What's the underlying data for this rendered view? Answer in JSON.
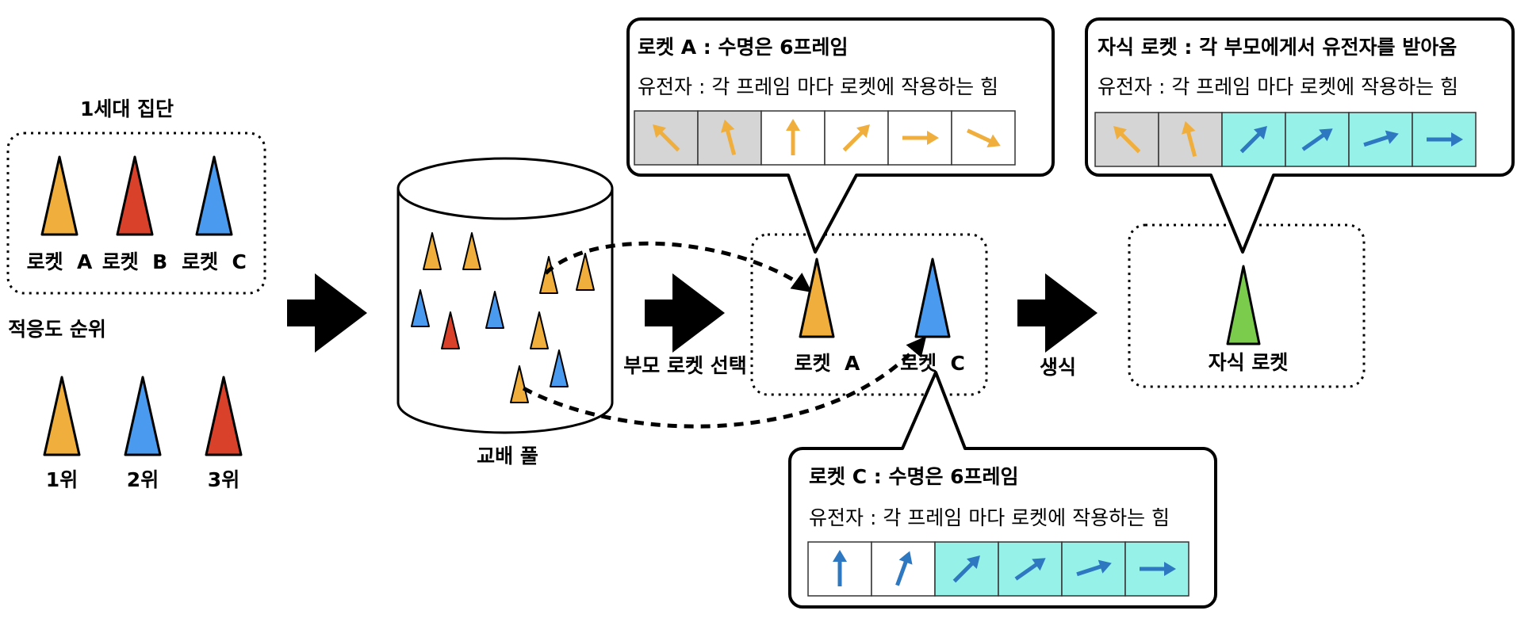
{
  "colors": {
    "orange": "#F0AE3C",
    "red": "#D9412B",
    "blue": "#4A9BF0",
    "green": "#7BCB4C",
    "gray_cell": "#D5D5D5",
    "cyan_cell": "#96F1E8",
    "orange_arrow": "#F0AE3C",
    "blue_arrow": "#2E78C2"
  },
  "generation": {
    "title": "1세대 집단",
    "rockets": [
      {
        "label": "로켓  A",
        "color": "orange"
      },
      {
        "label": "로켓  B",
        "color": "red"
      },
      {
        "label": "로켓  C",
        "color": "blue"
      }
    ]
  },
  "fitness": {
    "title": "적응도 순위",
    "ranks": [
      {
        "label": "1위",
        "color": "orange"
      },
      {
        "label": "2위",
        "color": "blue"
      },
      {
        "label": "3위",
        "color": "red"
      }
    ]
  },
  "pool": {
    "label": "교배 풀",
    "rocket_colors": [
      "orange",
      "orange",
      "orange",
      "orange",
      "blue",
      "red",
      "blue",
      "orange",
      "blue",
      "orange"
    ]
  },
  "selection": {
    "label": "부모 로켓 선택",
    "parent_a": "로켓  A",
    "parent_c": "로켓  C"
  },
  "reproduction": {
    "label": "생식",
    "child": "자식 로켓"
  },
  "callout_a": {
    "title": "로켓 A : 수명은 6프레임",
    "subtitle": "유전자 : 각 프레임 마다 로켓에 작용하는 힘",
    "genes": [
      {
        "angle": -45,
        "bg": "gray",
        "arrow": "orange"
      },
      {
        "angle": -15,
        "bg": "gray",
        "arrow": "orange"
      },
      {
        "angle": 0,
        "bg": "white",
        "arrow": "orange"
      },
      {
        "angle": 45,
        "bg": "white",
        "arrow": "orange"
      },
      {
        "angle": 90,
        "bg": "white",
        "arrow": "orange"
      },
      {
        "angle": 115,
        "bg": "white",
        "arrow": "orange"
      }
    ]
  },
  "callout_c": {
    "title": "로켓 C : 수명은 6프레임",
    "subtitle": "유전자 : 각 프레임 마다 로켓에 작용하는 힘",
    "genes": [
      {
        "angle": 0,
        "bg": "white",
        "arrow": "blue"
      },
      {
        "angle": 20,
        "bg": "white",
        "arrow": "blue"
      },
      {
        "angle": 45,
        "bg": "cyan",
        "arrow": "blue"
      },
      {
        "angle": 55,
        "bg": "cyan",
        "arrow": "blue"
      },
      {
        "angle": 72,
        "bg": "cyan",
        "arrow": "blue"
      },
      {
        "angle": 90,
        "bg": "cyan",
        "arrow": "blue"
      }
    ]
  },
  "callout_child": {
    "title": "자식 로켓 : 각 부모에게서 유전자를 받아옴",
    "subtitle": "유전자 : 각 프레임 마다 로켓에 작용하는 힘",
    "genes": [
      {
        "angle": -45,
        "bg": "gray",
        "arrow": "orange"
      },
      {
        "angle": -15,
        "bg": "gray",
        "arrow": "orange"
      },
      {
        "angle": 45,
        "bg": "cyan",
        "arrow": "blue"
      },
      {
        "angle": 55,
        "bg": "cyan",
        "arrow": "blue"
      },
      {
        "angle": 72,
        "bg": "cyan",
        "arrow": "blue"
      },
      {
        "angle": 90,
        "bg": "cyan",
        "arrow": "blue"
      }
    ]
  }
}
